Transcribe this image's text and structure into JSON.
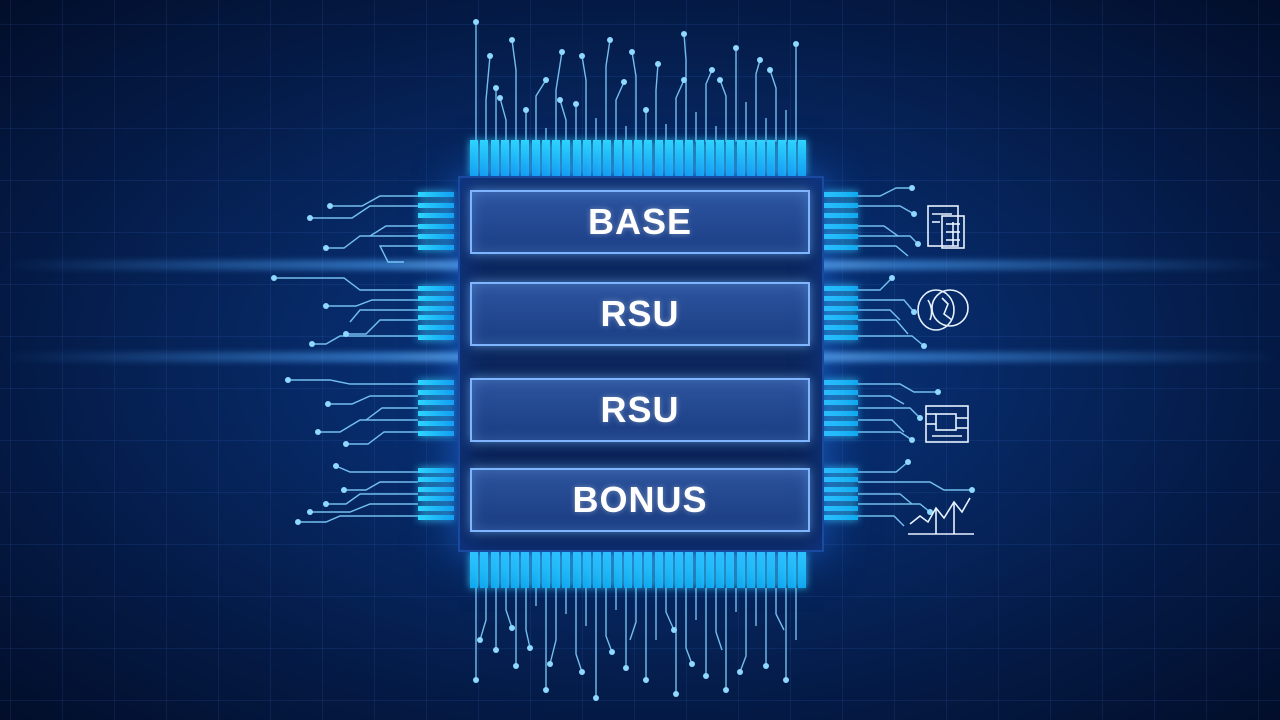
{
  "chip": {
    "labels": [
      "BASE",
      "RSU",
      "RSU",
      "BONUS"
    ]
  },
  "colors": {
    "background": "#041a45",
    "pin": "#2fd6ff",
    "trace": "#7fd0ff",
    "label_border": "#7fb4ff"
  },
  "icons": [
    "document-calculator-icon",
    "coins-icon",
    "chip-board-icon",
    "line-chart-icon"
  ]
}
